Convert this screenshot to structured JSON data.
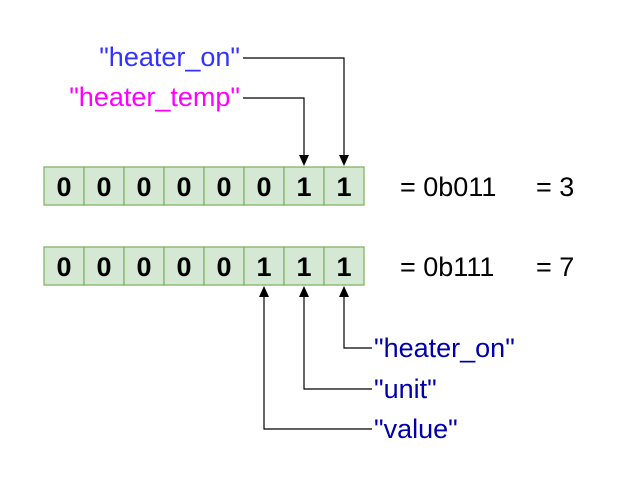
{
  "colors": {
    "cell_fill": "#d5e8d4",
    "cell_border": "#82b366",
    "heater_on_label": "#3333ff",
    "heater_temp_label": "#ff00ff",
    "bottom_labels": "#0000aa"
  },
  "registers": [
    {
      "bits": [
        "0",
        "0",
        "0",
        "0",
        "0",
        "0",
        "1",
        "1"
      ],
      "binary": "= 0b011",
      "decimal": "= 3"
    },
    {
      "bits": [
        "0",
        "0",
        "0",
        "0",
        "0",
        "1",
        "1",
        "1"
      ],
      "binary": "= 0b111",
      "decimal": "= 7"
    }
  ],
  "top_labels": {
    "heater_on": "\"heater_on\"",
    "heater_temp": "\"heater_temp\""
  },
  "bottom_labels": {
    "heater_on": "\"heater_on\"",
    "unit": "\"unit\"",
    "value": "\"value\""
  }
}
